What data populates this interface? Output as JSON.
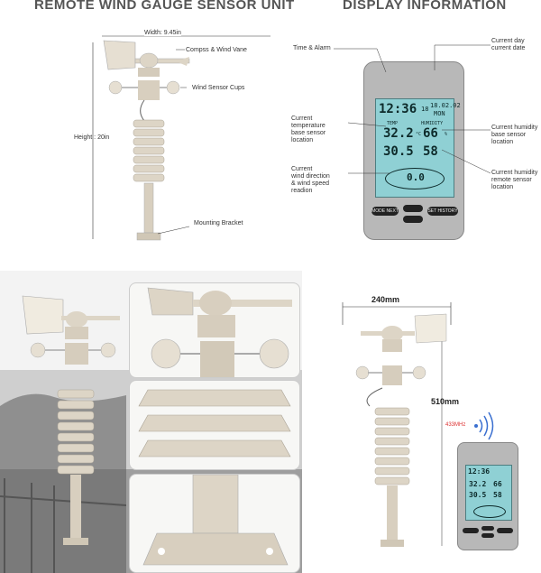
{
  "headings": {
    "left": "REMOTE WIND GAUGE SENSOR UNIT",
    "right": "DISPLAY INFORMATION"
  },
  "sensor_labels": {
    "width": "Width: 9.45in",
    "height": "Height : 20in",
    "compass": "Compss & Wind Vane",
    "cups": "Wind Sensor Cups",
    "bracket": "Mounting Bracket"
  },
  "display_labels": {
    "time_alarm": "Time & Alarm",
    "current_day": "Current day\ncurrent date",
    "temp": "Current\ntemperature\nbase sensor\nlocation",
    "humidity_base": "Current humidity\nbase sensor\nlocation",
    "wind": "Current\nwind direction\n& wind speed\nreadion",
    "humidity_remote": "Current humidity\nremote sensor\nlocation"
  },
  "lcd": {
    "time": "12:36",
    "seconds": "18",
    "date": "18.02.02",
    "day": "MON",
    "temp_label": "TEMP",
    "humidity_label": "HUMIDITY",
    "temp1": "32.2",
    "temp2": "30.5",
    "hum1": "66",
    "hum2": "58",
    "wind_speed": "0.0",
    "unit_c": "°C",
    "unit_pct": "%"
  },
  "buttons": {
    "mode": "MODE",
    "next": "NEXT",
    "set": "SET",
    "history": "HISTORY"
  },
  "dimensions": {
    "width": "240mm",
    "height": "510mm",
    "frequency": "433MHz"
  },
  "colors": {
    "lcd": "#8fd0d4",
    "sensor": "#ddd5c6",
    "frame": "#bdbdbd"
  }
}
